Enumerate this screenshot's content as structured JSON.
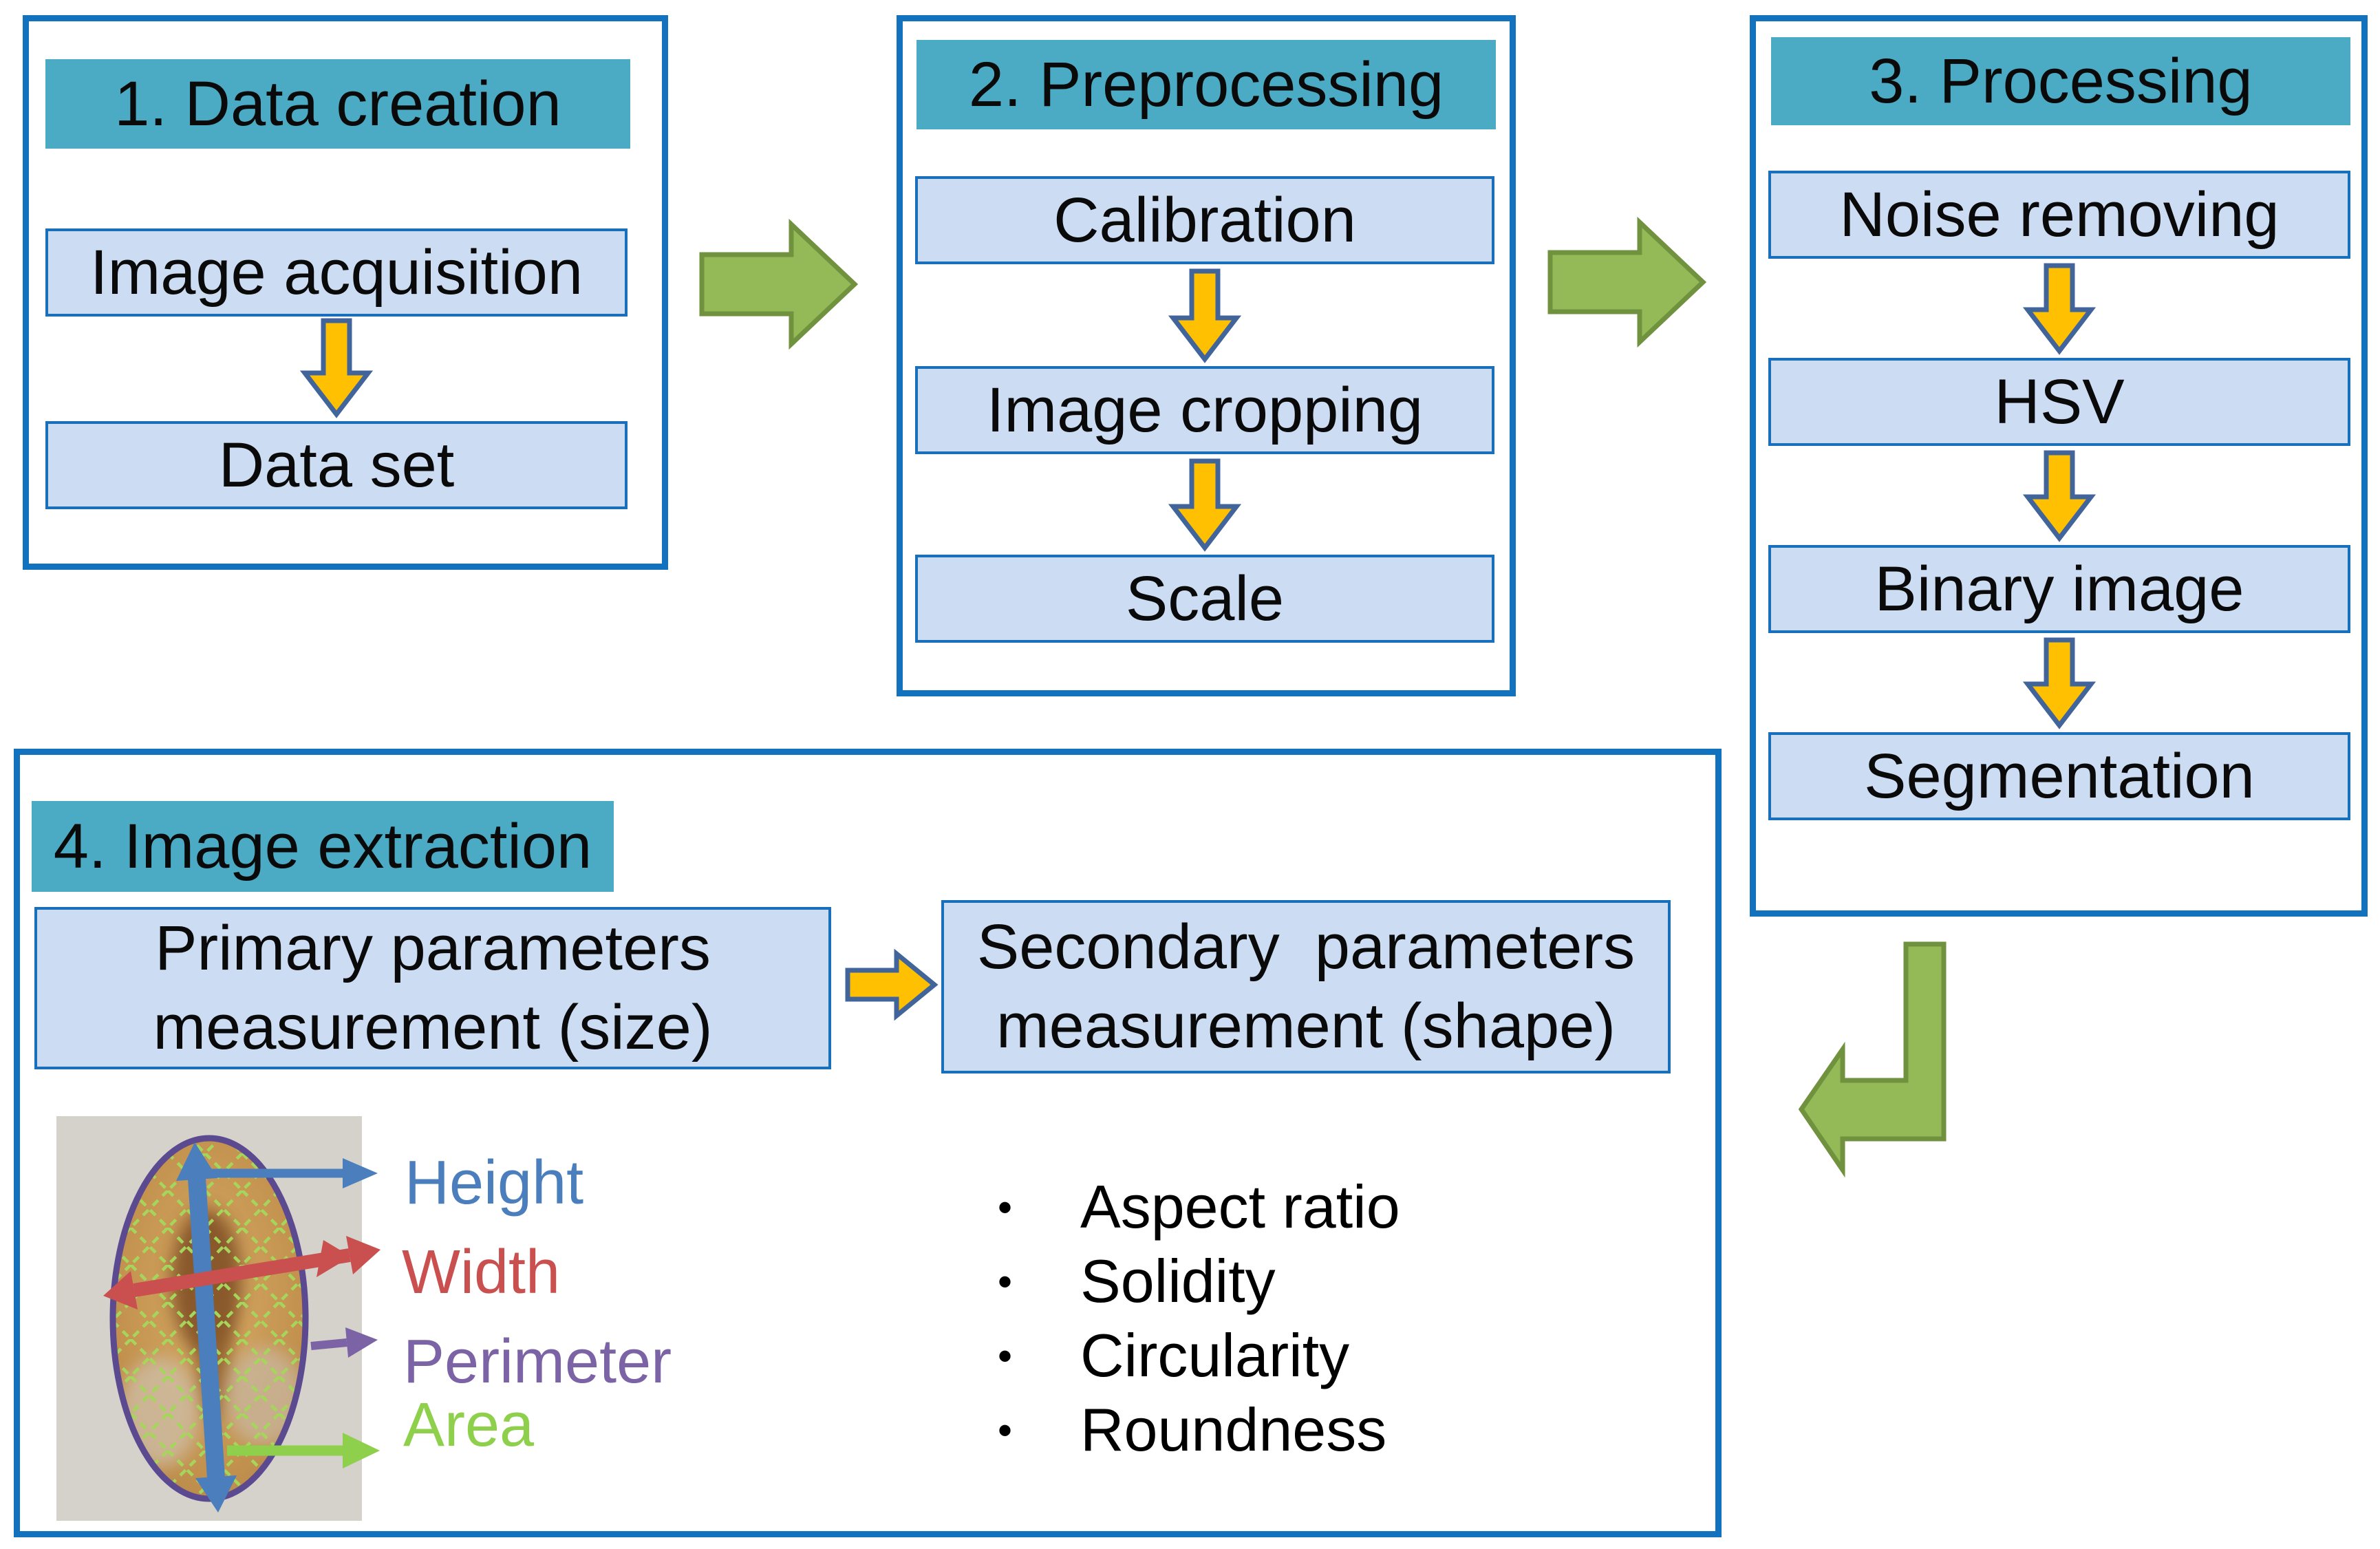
{
  "colors": {
    "outer_border": "#1272bd",
    "header_bg": "#4babc5",
    "step_bg": "#ccdcf2",
    "step_border": "#1a6fba",
    "arrow_yellow": "#fec001",
    "arrow_yellow_border": "#41659b",
    "arrow_green": "#94ba58",
    "arrow_green_border": "#70923e",
    "label_height": "#4a7ebc",
    "label_width": "#c9504f",
    "label_perimeter": "#7b63a5",
    "label_area": "#8ed04b"
  },
  "panel1": {
    "title": "1. Data creation",
    "steps": [
      "Image acquisition",
      "Data set"
    ]
  },
  "panel2": {
    "title": "2. Preprocessing",
    "steps": [
      "Calibration",
      "Image cropping",
      "Scale"
    ]
  },
  "panel3": {
    "title": "3. Processing",
    "steps": [
      "Noise removing",
      "HSV",
      "Binary image",
      "Segmentation"
    ]
  },
  "panel4": {
    "title": "4. Image extraction",
    "primary_line1": "Primary parameters",
    "primary_line2": "measurement (size)",
    "secondary_line1": "Secondary  parameters",
    "secondary_line2": "measurement (shape)",
    "measure_labels": {
      "height": "Height",
      "width": "Width",
      "perimeter": "Perimeter",
      "area": "Area"
    },
    "shape_bullets": [
      "Aspect ratio",
      "Solidity",
      "Circularity",
      "Roundness"
    ],
    "bullet_glyph": "•"
  }
}
